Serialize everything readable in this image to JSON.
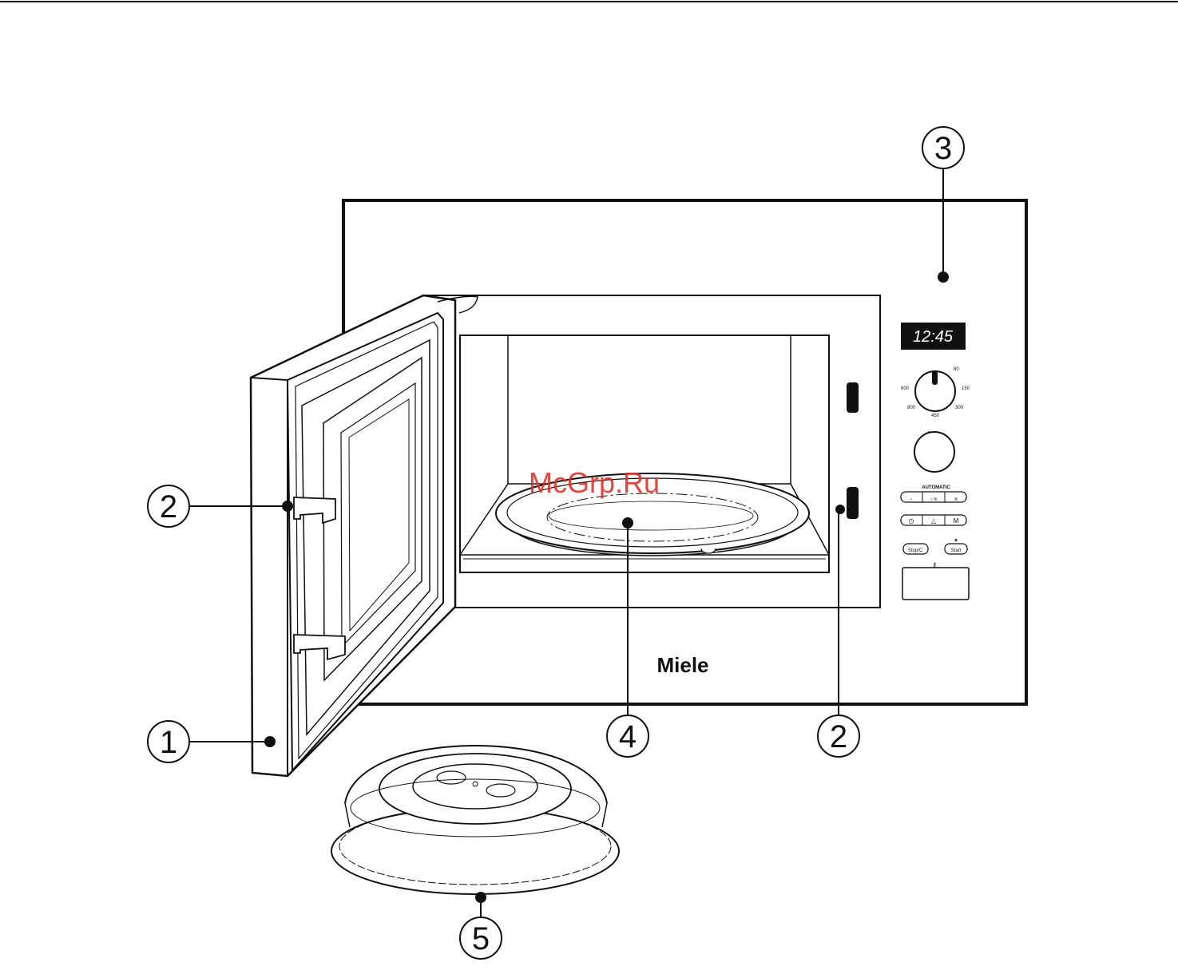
{
  "display": {
    "time": "12:45"
  },
  "brand": {
    "logo": "Miele"
  },
  "watermark": {
    "text": "McGrp.Ru",
    "color": "#e0322b"
  },
  "panel": {
    "power_marks": [
      "80",
      "150",
      "300",
      "450",
      "600",
      "800"
    ],
    "automatic_label": "AUTOMATIC",
    "stop_button": "Stop/C",
    "start_button": "Start",
    "memory_button": "M"
  },
  "callouts": [
    {
      "id": "door",
      "number": "1"
    },
    {
      "id": "door-catch",
      "number": "2"
    },
    {
      "id": "control-panel",
      "number": "3"
    },
    {
      "id": "turntable",
      "number": "4"
    },
    {
      "id": "door-latch",
      "number": "2"
    },
    {
      "id": "cover",
      "number": "5"
    }
  ],
  "colors": {
    "line": "#111111",
    "display_bg": "#111111",
    "display_text": "#ffffff"
  }
}
